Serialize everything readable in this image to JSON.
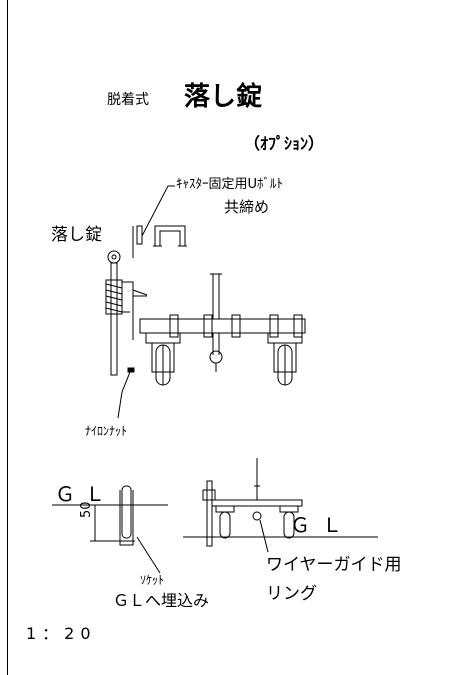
{
  "labels": {
    "title_small": "脱着式",
    "title_big": "落し錠",
    "option": "（ｵﾌﾟｼｮﾝ）",
    "caster_bolt": "ｷｬｽﾀｰ固定用Uﾎﾞﾙﾄ",
    "tighten": "共締め",
    "drop_lock": "落し錠",
    "nylon_nut": "ﾅｲﾛﾝﾅｯﾄ",
    "gl_left": "ＧＬ",
    "dim_50": "50",
    "gl_right": "ＧＬ",
    "socket": "ｿｹｯﾄ",
    "gl_bury": "ＧＬへ埋込み",
    "wire_guide": "ワイヤーガイド用",
    "ring": "リング",
    "scale": "1：20"
  }
}
